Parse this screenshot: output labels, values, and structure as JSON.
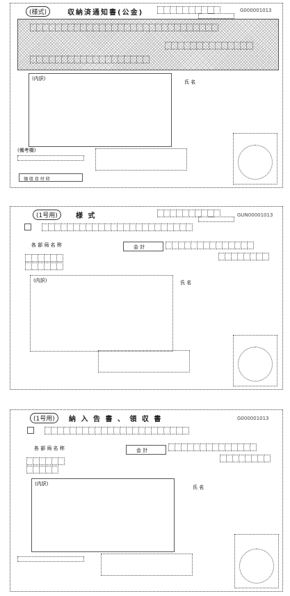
{
  "forms": [
    {
      "badge": "(様式)",
      "title": "収納済通知書(公金)",
      "code": "G000001013",
      "detail_label": "(内訳)",
      "name_label": "氏 名",
      "note_label": "(備考欄)",
      "bottom_button": "領 収 日 付 印"
    },
    {
      "badge": "(1号用)",
      "title": "様 式",
      "code": "GUN00001013",
      "detail_label": "(内訳)",
      "name_label": "氏 名",
      "office_label": "会 計",
      "sub_label": "各 部 局 名 称"
    },
    {
      "badge": "(1号用)",
      "title": "納 入 告 書 、 領 収 書",
      "code": "G000001013",
      "detail_label": "(内訳)",
      "name_label": "氏 名",
      "office_label": "会 計",
      "sub_label": "各 部 局 名 称"
    }
  ]
}
